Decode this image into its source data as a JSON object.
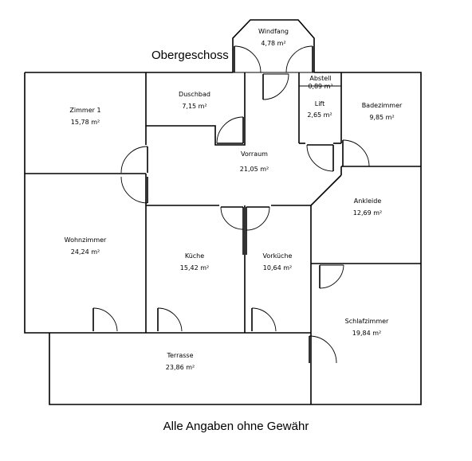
{
  "floor_title": "Obergeschoss",
  "footer_note": "Alle Angaben ohne Gewähr",
  "rooms": {
    "windfang": {
      "name": "Windfang",
      "area": "4,78 m²"
    },
    "abstell": {
      "name": "Abstell",
      "area": "0,89 m²"
    },
    "lift": {
      "name": "Lift",
      "area": "2,65 m²"
    },
    "zimmer1": {
      "name": "Zimmer 1",
      "area": "15,78 m²"
    },
    "duschbad": {
      "name": "Duschbad",
      "area": "7,15 m²"
    },
    "badezimmer": {
      "name": "Badezimmer",
      "area": "9,85 m²"
    },
    "vorraum": {
      "name": "Vorraum",
      "area": "21,05 m²"
    },
    "ankleide": {
      "name": "Ankleide",
      "area": "12,69 m²"
    },
    "wohnzimmer": {
      "name": "Wohnzimmer",
      "area": "24,24 m²"
    },
    "kueche": {
      "name": "Küche",
      "area": "15,42 m²"
    },
    "vorkueche": {
      "name": "Vorküche",
      "area": "10,64 m²"
    },
    "schlafzimmer": {
      "name": "Schlafzimmer",
      "area": "19,84 m²"
    },
    "terrasse": {
      "name": "Terrasse",
      "area": "23,86 m²"
    }
  }
}
